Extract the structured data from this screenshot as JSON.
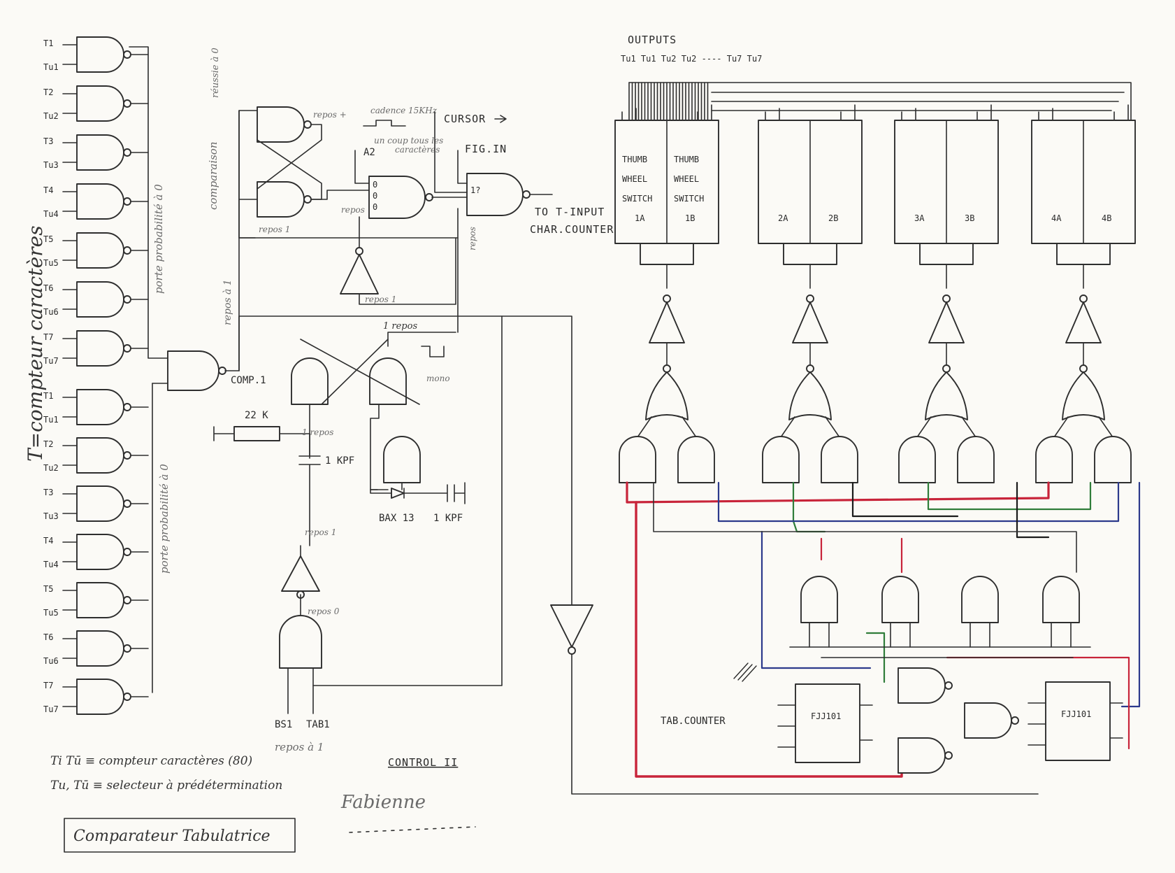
{
  "inputs_upper": [
    "T1",
    "Tu1",
    "T2",
    "Tu2",
    "T3",
    "Tu3",
    "T4",
    "Tu4",
    "T5",
    "Tu5",
    "T6",
    "Tu6",
    "T7",
    "Tu7"
  ],
  "inputs_lower": [
    "T1",
    "Tu1",
    "T2",
    "Tu2",
    "T3",
    "Tu3",
    "T4",
    "Tu4",
    "T5",
    "Tu5",
    "T6",
    "Tu6",
    "T7",
    "Tu7"
  ],
  "side_note": "T=compteur caractères",
  "bus_note_upper": "porte probabilité à 0",
  "bus_note_lower": "porte probabilité à 0",
  "comp_label": "COMP.1",
  "comp_side_note": "comparaison",
  "comp_side_note2": "réussie à 0",
  "repos1_note": "repos à 1",
  "flipflop_notes": {
    "repos_plus": "repos +",
    "repos_1": "repos 1",
    "repos_side": "repos"
  },
  "cadence_note": "cadence 15KHz",
  "cadence_note2": "un coup tous les",
  "cadence_note3": "caractères",
  "a2_label": "A2",
  "cursor_label": "CURSOR",
  "figin_label": "FIG.IN",
  "fig_gate_mark": "1?",
  "t_input_label": "TO T-INPUT",
  "char_counter_label": "CHAR.COUNTER",
  "repos_vertical": "repos",
  "inverter_note": "repos 1",
  "mono_top": "1 repos",
  "mono_note": "mono",
  "resistor_label": "22 K",
  "cap1_label": "1 KPF",
  "diode_label": "BAX 13",
  "cap2_label": "1 KPF",
  "repos_small": "1 repos",
  "repos_inv_in": "repos 1",
  "repos_inv_out": "repos 0",
  "nand_bottom_inputs": [
    "BS1",
    "TAB1"
  ],
  "nand_bottom_note": "repos à 1",
  "outputs_label": "OUTPUTS",
  "outputs_formula": "Tu1 Tu1 Tu2 Tu2 ---- Tu7 Tu7",
  "thumbwheels": [
    {
      "a": "1A",
      "b": "1B",
      "top_a": [
        "THUMB",
        "WHEEL",
        "SWITCH"
      ],
      "top_b": [
        "THUMB",
        "WHEEL",
        "SWITCH"
      ]
    },
    {
      "a": "2A",
      "b": "2B"
    },
    {
      "a": "3A",
      "b": "3B"
    },
    {
      "a": "4A",
      "b": "4B"
    }
  ],
  "tab_counter_label": "TAB.COUNTER",
  "flipflop_chip": [
    "FJJ101",
    "FJJ101"
  ],
  "legend_line1": "Ti Tū ≡ compteur caractères (80)",
  "legend_line2": "Tu, Tū ≡ selecteur à prédétermination",
  "control_label": "CONTROL II",
  "stamp_label": "Comparateur Tabulatrice",
  "signature": "Fabienne",
  "colors": {
    "red": "#c8243a",
    "green": "#2f7d3a",
    "blue": "#2c3a8c",
    "ink": "#2e2e2e",
    "paper": "#fbfaf6"
  }
}
